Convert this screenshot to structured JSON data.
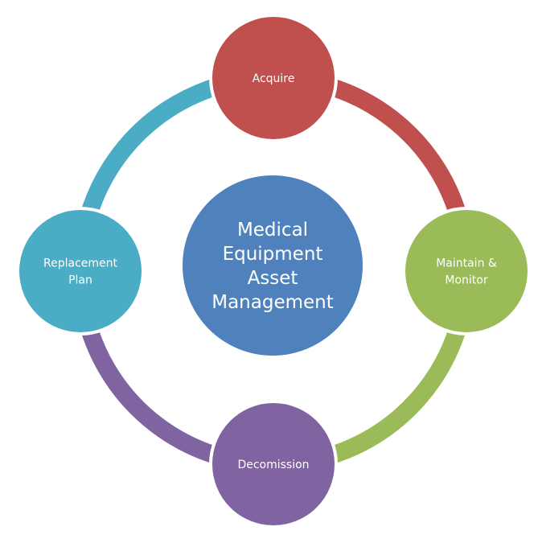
{
  "center": {
    "lines": [
      "Medical",
      "Equipment",
      "Asset",
      "Management"
    ],
    "color": "#4F81BD"
  },
  "nodes": [
    {
      "id": "acquire",
      "lines": [
        "Acquire"
      ],
      "color": "#C0504D"
    },
    {
      "id": "maintain",
      "lines": [
        "Maintain &",
        "Monitor"
      ],
      "color": "#9BBB59"
    },
    {
      "id": "decommission",
      "lines": [
        "Decomission"
      ],
      "color": "#8064A2"
    },
    {
      "id": "replacement",
      "lines": [
        "Replacement",
        "Plan"
      ],
      "color": "#4BACC6"
    }
  ]
}
